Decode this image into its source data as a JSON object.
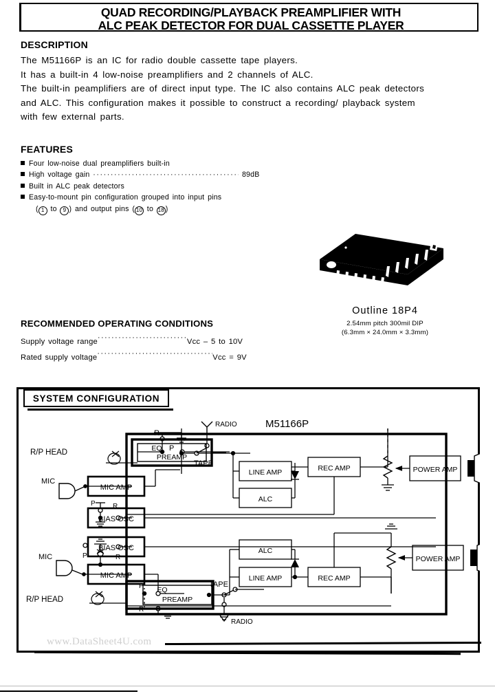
{
  "title": {
    "line1": "QUAD RECORDING/PLAYBACK PREAMPLIFIER WITH",
    "line2": "ALC PEAK DETECTOR FOR DUAL CASSETTE PLAYER"
  },
  "description": {
    "heading": "DESCRIPTION",
    "lines": [
      "The  M51166P  is  an  IC  for  radio  double  cassette  tape  players.",
      "It  has  a  built-in  4  low-noise  preamplifiers  and  2  channels  of  ALC.",
      "The  built-in  peamplifiers  are  of  direct  input  type. The  IC  also  contains  ALC  peak  detectors",
      "and  ALC. This  configuration  makes  it  possible  to  construct  a  recording/ playback  system",
      "with  few  external  parts."
    ]
  },
  "features": {
    "heading": "FEATURES",
    "items": [
      {
        "text": "Four  low-noise  dual  preamplifiers  built-in"
      },
      {
        "text": "High  voltage  gain",
        "leader": true,
        "value": "89dB"
      },
      {
        "text": "Built in  ALC  peak  detectors"
      },
      {
        "text": "Easy-to-mount  pin  configuration  grouped  into  input  pins"
      }
    ],
    "subline_pre": "(",
    "subline_pin1": "1",
    "subline_mid1": " to ",
    "subline_pin2": "9",
    "subline_mid2": ") and  output  pins  (",
    "subline_pin3": "10",
    "subline_mid3": " to ",
    "subline_pin4": "18",
    "subline_end": ")"
  },
  "package": {
    "caption": "Outline  18P4",
    "sub_line1": "2.54mm  pitch  300mil  DIP",
    "sub_line2": "(6.3mm × 24.0mm × 3.3mm)"
  },
  "recommended": {
    "heading": "RECOMMENDED OPERATING CONDITIONS",
    "rows": [
      {
        "label": "Supply  voltage  range",
        "value": "Vcc – 5  to  10V"
      },
      {
        "label": "Rated  supply  voltage",
        "value": "Vcc = 9V"
      }
    ]
  },
  "system_configuration": {
    "heading": "SYSTEM CONFIGURATION",
    "device_label": "M51166P",
    "labels": {
      "rp_head_top": "R/P HEAD",
      "rp_head_bottom": "R/P HEAD",
      "mic_top": "MIC",
      "mic_bottom": "MIC",
      "sw_r_top": "R",
      "sw_p_top": "P",
      "sw_p_mid": "P",
      "sw_r_mid": "R",
      "sw_p_low": "P",
      "sw_r_low": "R",
      "sw_p_bottom": "P",
      "sw_r_bottom": "R",
      "radio_top": "RADIO",
      "radio_bottom": "RADIO",
      "tape_top": "TAPE",
      "tape_bottom": "TAPE"
    },
    "blocks": [
      "EQ PREAMP",
      "MIC AMP",
      "BIAS OSC",
      "LINE AMP",
      "ALC",
      "REC AMP",
      "POWER AMP",
      "BIAS OSC",
      "MIC AMP",
      "EQ PREAMP",
      "ALC",
      "LINE AMP",
      "REC AMP",
      "POWER AMP"
    ],
    "block_eq_preamp_l1": "EQ",
    "block_eq_preamp_l2": "PREAMP",
    "block_mic_amp": "MIC AMP",
    "block_bias_osc": "BIAS OSC",
    "block_line_amp": "LINE AMP",
    "block_alc": "ALC",
    "block_rec_amp": "REC AMP",
    "block_power_amp": "POWER AMP"
  },
  "watermark": "www.DataSheet4U.com",
  "colors": {
    "ink": "#000000",
    "watermark": "#cfcfcf"
  }
}
